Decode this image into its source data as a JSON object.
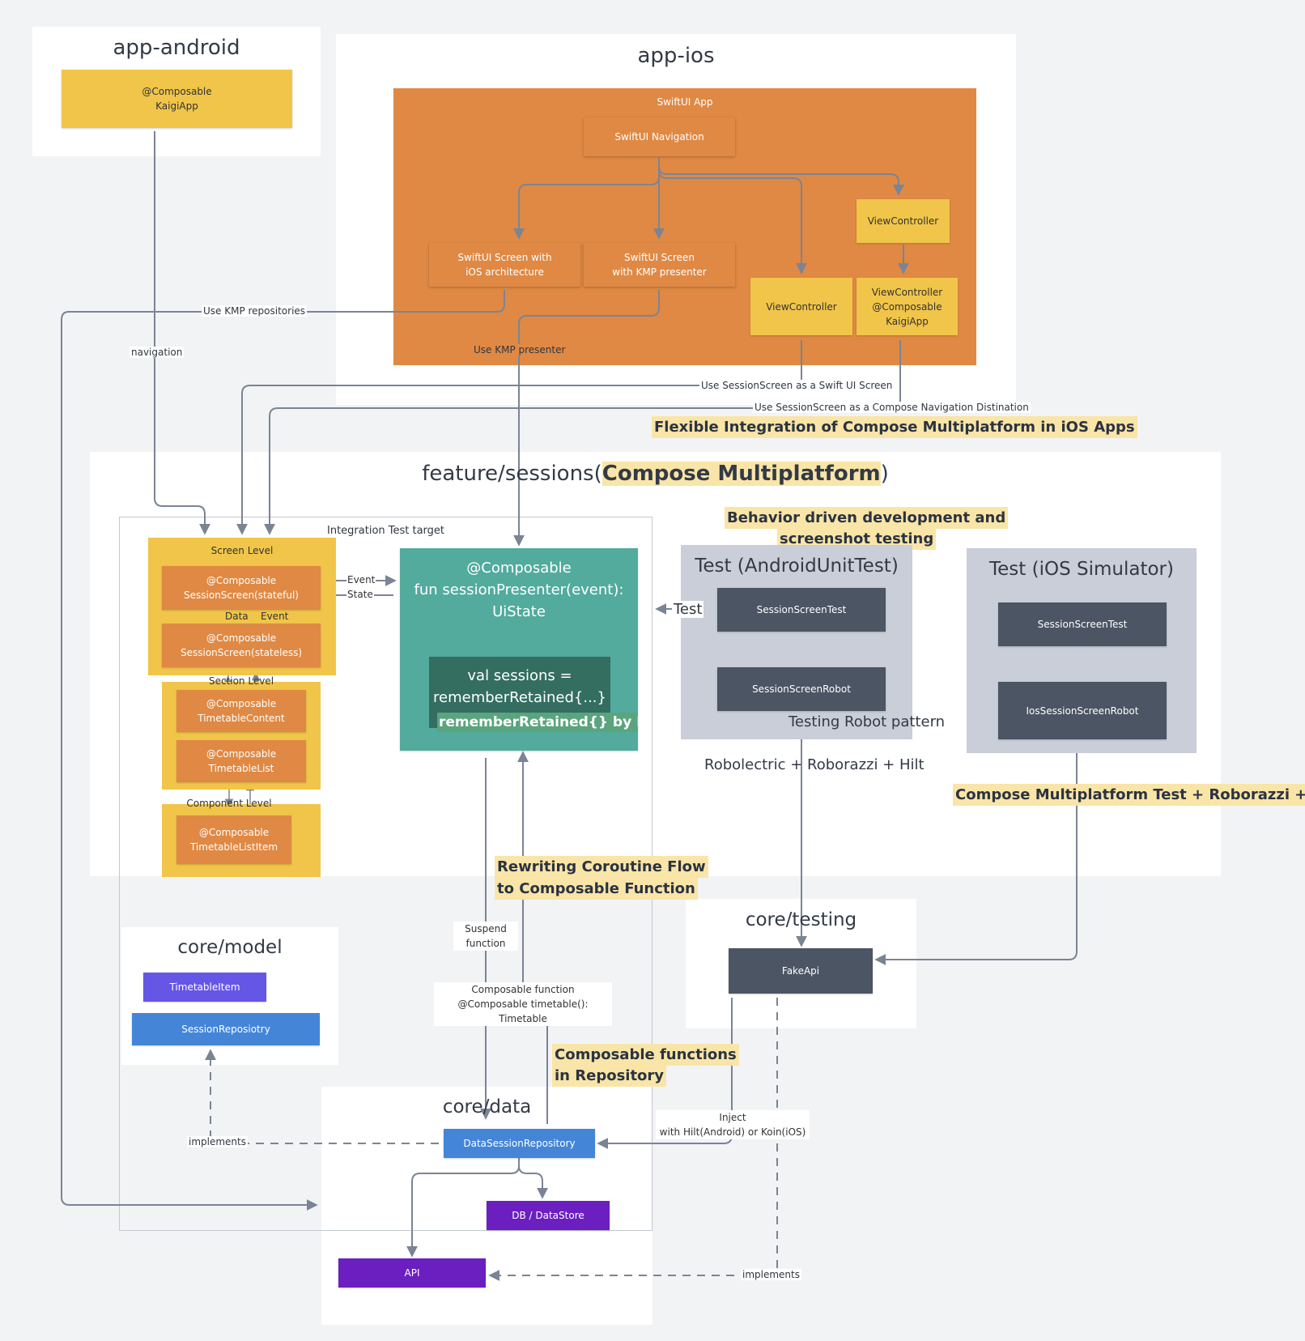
{
  "app_android": {
    "title": "app-android",
    "kaigi_app": "@Composable\nKaigiApp"
  },
  "app_ios": {
    "title": "app-ios",
    "swiftui_app": "SwiftUI App",
    "swiftui_navigation": "SwiftUI  Navigation",
    "screen_ios_arch": "SwiftUI  Screen with\niOS architecture",
    "screen_kmp_presenter": "SwiftUI  Screen\nwith KMP presenter",
    "view_controller_mid": "ViewController",
    "view_controller_top": "ViewController",
    "view_controller_compose": "ViewController\n@Composable\nKaigiApp"
  },
  "edge_labels": {
    "use_kmp_repositories": "Use KMP repositories",
    "navigation": "navigation",
    "use_kmp_presenter": "Use KMP presenter",
    "use_session_swiftui": "Use SessionScreen as a Swift UI Screen",
    "use_session_compose_nav": "Use SessionScreen as a Compose Navigation Distination",
    "event": "Event",
    "state": "State",
    "data": "Data",
    "event_small": "Event",
    "test": "Test",
    "suspend_function": "Suspend\nfunction",
    "composable_function": "Composable function\n@Composable timetable(): Timetable",
    "inject": "Inject\nwith Hilt(Android) or Koin(iOS)",
    "implements_left": "implements",
    "implements_right": "implements"
  },
  "highlights": {
    "flexible_integration": "Flexible Integration of Compose Multiplatform in iOS Apps",
    "bdd_line1": "Behavior driven development and",
    "bdd_line2": "screenshot testing",
    "cmp_test": "Compose Multiplatform Test + Roborazzi + Koin",
    "rewriting_line1": "Rewriting Coroutine Flow",
    "rewriting_line2": "to Composable Function",
    "repo_line1": "Composable functions",
    "repo_line2": "in Repository"
  },
  "feature_sessions": {
    "title_prefix": "feature/sessions(",
    "title_highlight": "Compose Multiplatform",
    "title_suffix": ")",
    "integration_test_target": "Integration Test target",
    "screen_level": "Screen Level",
    "session_screen_stateful": "@Composable\nSessionScreen(stateful)",
    "session_screen_stateless": "@Composable\nSessionScreen(stateless)",
    "section_level": "Section Level",
    "timetable_content": "@Composable\nTimetableContent",
    "timetable_list": "@Composable\nTimetableList",
    "component_level": "Component Level",
    "timetable_list_item": "@Composable\nTimetableListItem",
    "presenter": "@Composable\nfun sessionPresenter(event):\nUiState",
    "val_sessions": "val sessions =\nrememberRetained{...}",
    "remember_retained": "rememberRetained{} by Rin"
  },
  "test_android": {
    "title": "Test (AndroidUnitTest)",
    "session_screen_test": "SessionScreenTest",
    "session_screen_robot": "SessionScreenRobot",
    "robot_pattern": "Testing Robot pattern",
    "stack": "Robolectric + Roborazzi + Hilt"
  },
  "test_ios": {
    "title": "Test (iOS Simulator)",
    "session_screen_test": "SessionScreenTest",
    "ios_session_screen_robot": "IosSessionScreenRobot"
  },
  "core_model": {
    "title": "core/model",
    "timetable_item": "TimetableItem",
    "session_repository": "SessionReposiotry"
  },
  "core_testing": {
    "title": "core/testing",
    "fake_api": "FakeApi"
  },
  "core_data": {
    "title": "core/data",
    "data_session_repository": "DataSessionRepository",
    "db_datastore": "DB / DataStore",
    "api": "API"
  },
  "colors": {
    "background": "#f2f3f5",
    "yellow": "#f0c549",
    "orange": "#df8944",
    "teal": "#52ab9d",
    "dark_teal": "#336e60",
    "slate": "#4b5563",
    "gray_test": "#c9ced8",
    "blue": "#4485d8",
    "violet": "#6656e6",
    "purple": "#6b1fc0",
    "highlight": "#f9e5a8",
    "wire": "#7b8494"
  }
}
